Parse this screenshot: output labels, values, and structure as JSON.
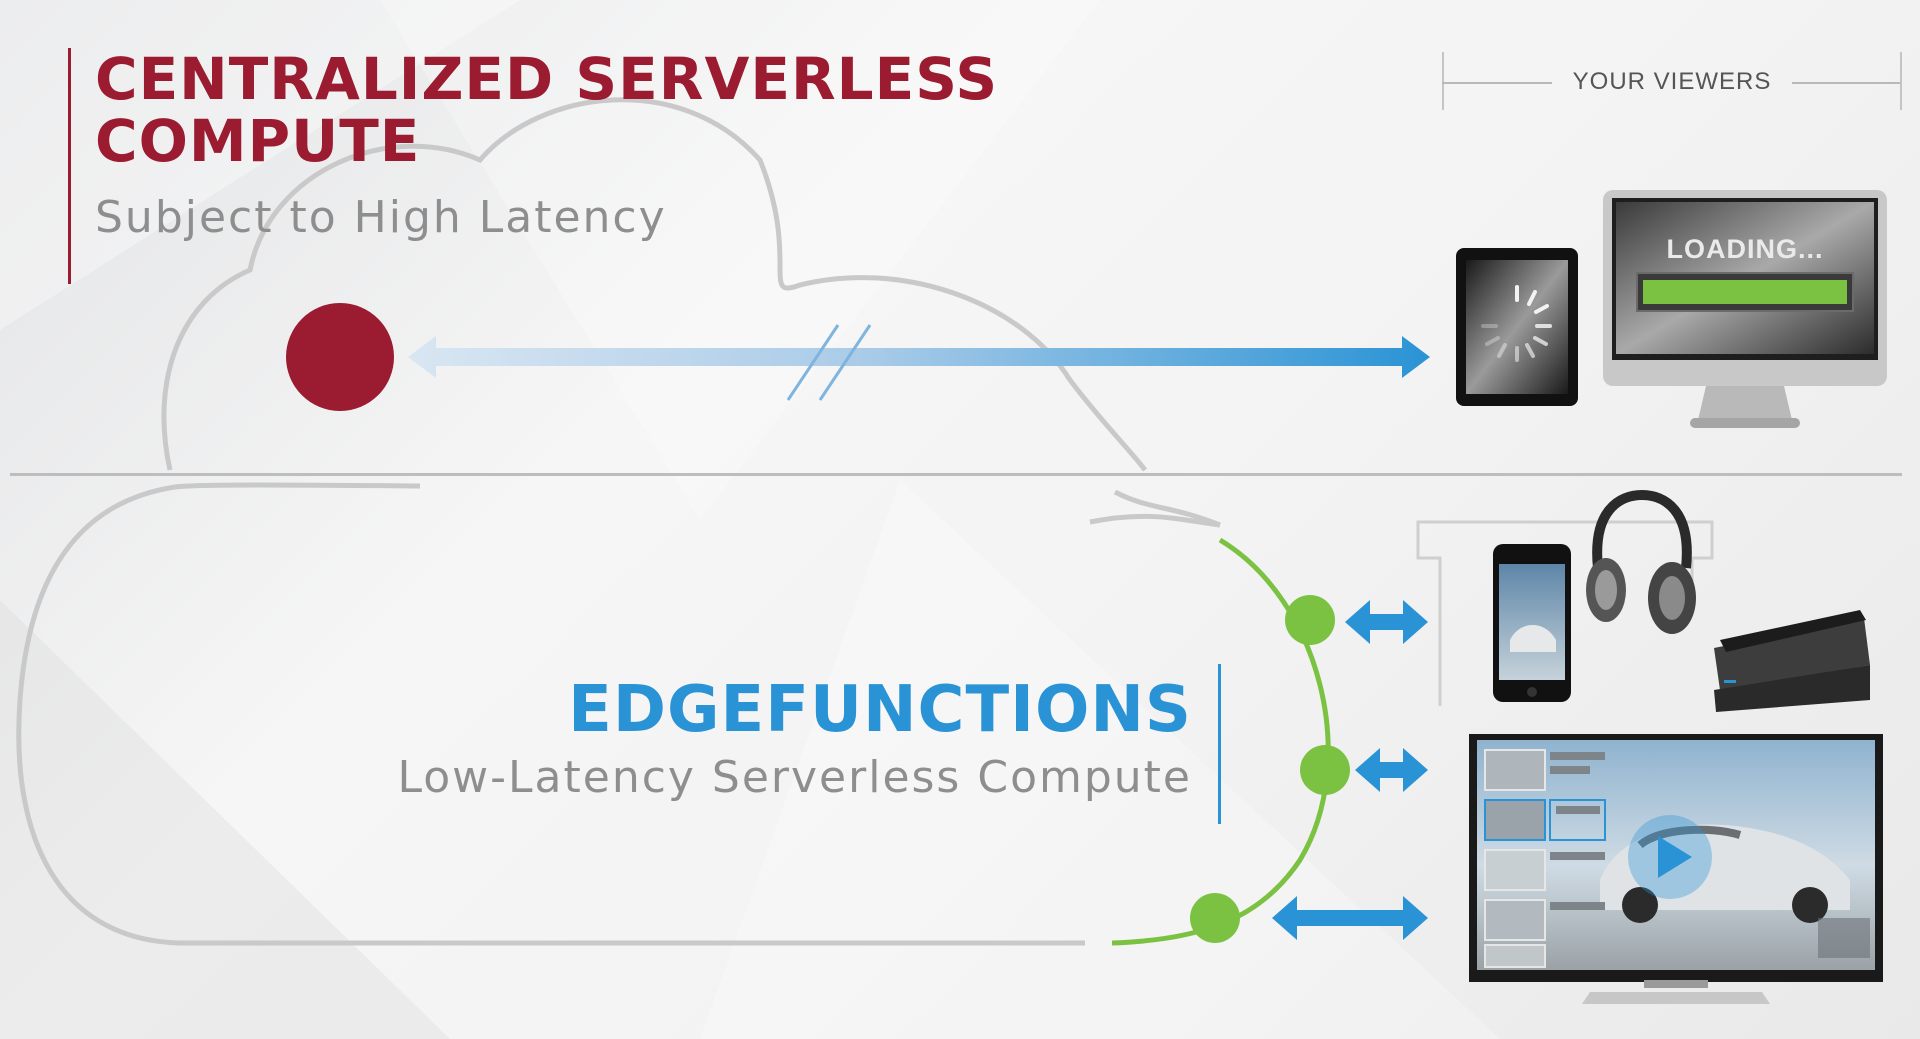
{
  "top": {
    "title": "CENTRALIZED SERVERLESS COMPUTE",
    "subtitle": "Subject to High Latency"
  },
  "viewers": {
    "label": "YOUR VIEWERS"
  },
  "monitor": {
    "loading_text": "LOADING..."
  },
  "bottom": {
    "title": "EDGEFUNCTIONS",
    "subtitle": "Low-Latency Serverless Compute"
  },
  "colors": {
    "brand_red": "#9b1b30",
    "brand_blue": "#2a93d5",
    "edge_green": "#7cc242",
    "loading_green": "#7cc242"
  }
}
